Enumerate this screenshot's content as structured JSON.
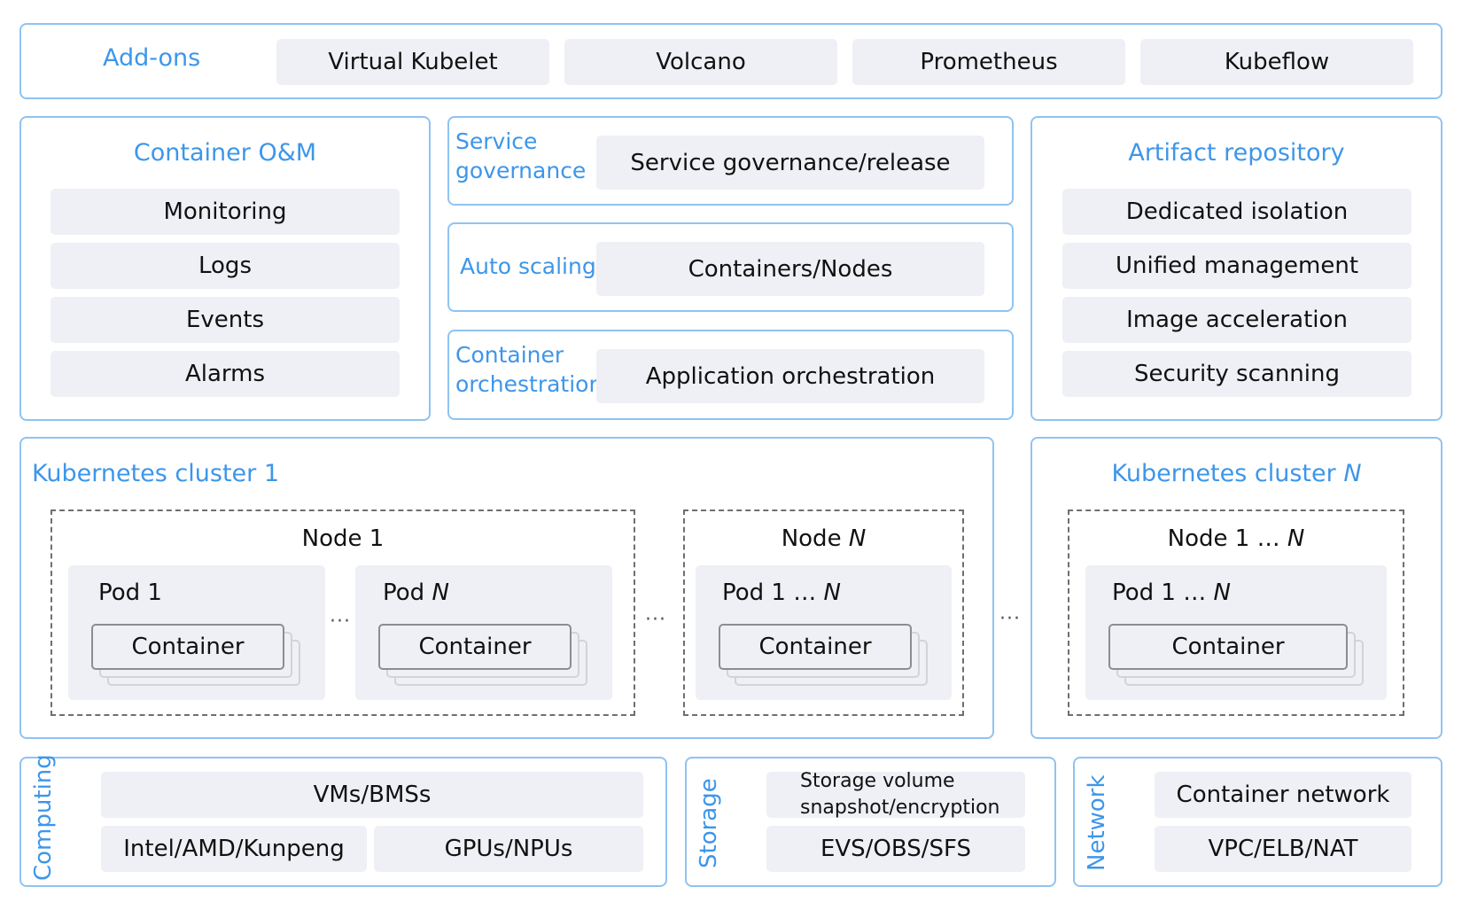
{
  "addons": {
    "label": "Add-ons",
    "items": [
      "Virtual Kubelet",
      "Volcano",
      "Prometheus",
      "Kubeflow"
    ]
  },
  "container_om": {
    "title": "Container O&M",
    "items": [
      "Monitoring",
      "Logs",
      "Events",
      "Alarms"
    ]
  },
  "service_governance": {
    "label_line1": "Service",
    "label_line2": "governance",
    "item": "Service governance/release"
  },
  "auto_scaling": {
    "label": "Auto scaling",
    "item": "Containers/Nodes"
  },
  "container_orchestration": {
    "label_line1": "Container",
    "label_line2": "orchestration",
    "item": "Application orchestration"
  },
  "artifact_repository": {
    "title": "Artifact repository",
    "items": [
      "Dedicated isolation",
      "Unified management",
      "Image acceleration",
      "Security scanning"
    ]
  },
  "cluster1": {
    "title": "Kubernetes cluster 1",
    "node1": {
      "title": "Node 1",
      "pod1": {
        "title": "Pod 1",
        "container": "Container"
      },
      "podN": {
        "title_prefix": "Pod ",
        "title_var": "N",
        "container": "Container"
      }
    },
    "nodeN": {
      "title_prefix": "Node ",
      "title_var": "N",
      "pod": {
        "title_prefix": "Pod 1 … ",
        "title_var": "N",
        "container": "Container"
      }
    },
    "ellipsis": "···"
  },
  "clusterN": {
    "title_prefix": "Kubernetes cluster ",
    "title_var": "N",
    "node": {
      "title_prefix": "Node 1 … ",
      "title_var": "N",
      "pod": {
        "title_prefix": "Pod 1 … ",
        "title_var": "N",
        "container": "Container"
      }
    }
  },
  "between_clusters_ellipsis": "···",
  "computing": {
    "label": "Computing",
    "items": [
      "VMs/BMSs",
      "Intel/AMD/Kunpeng",
      "GPUs/NPUs"
    ]
  },
  "storage": {
    "label": "Storage",
    "item1_line1": "Storage volume",
    "item1_line2": "snapshot/encryption",
    "item2": "EVS/OBS/SFS"
  },
  "network": {
    "label": "Network",
    "items": [
      "Container network",
      "VPC/ELB/NAT"
    ]
  },
  "colors": {
    "accent_blue": "#3d96ea",
    "panel_border": "#8fc3f2",
    "chip_bg": "#eff0f5",
    "dash_border": "#6f6f6f"
  }
}
